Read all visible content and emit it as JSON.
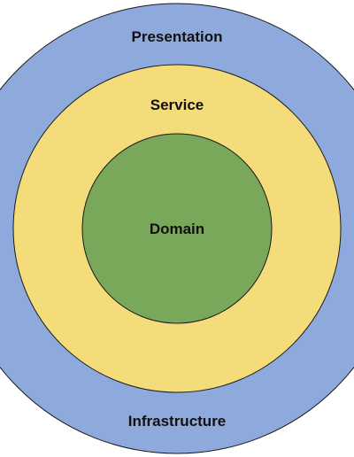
{
  "diagram": {
    "layers": [
      {
        "id": "presentation",
        "label": "Presentation",
        "color": "#8eaadc"
      },
      {
        "id": "service",
        "label": "Service",
        "color": "#f5dc7a"
      },
      {
        "id": "domain",
        "label": "Domain",
        "color": "#7aa85a"
      }
    ],
    "bottom_label": "Infrastructure"
  }
}
